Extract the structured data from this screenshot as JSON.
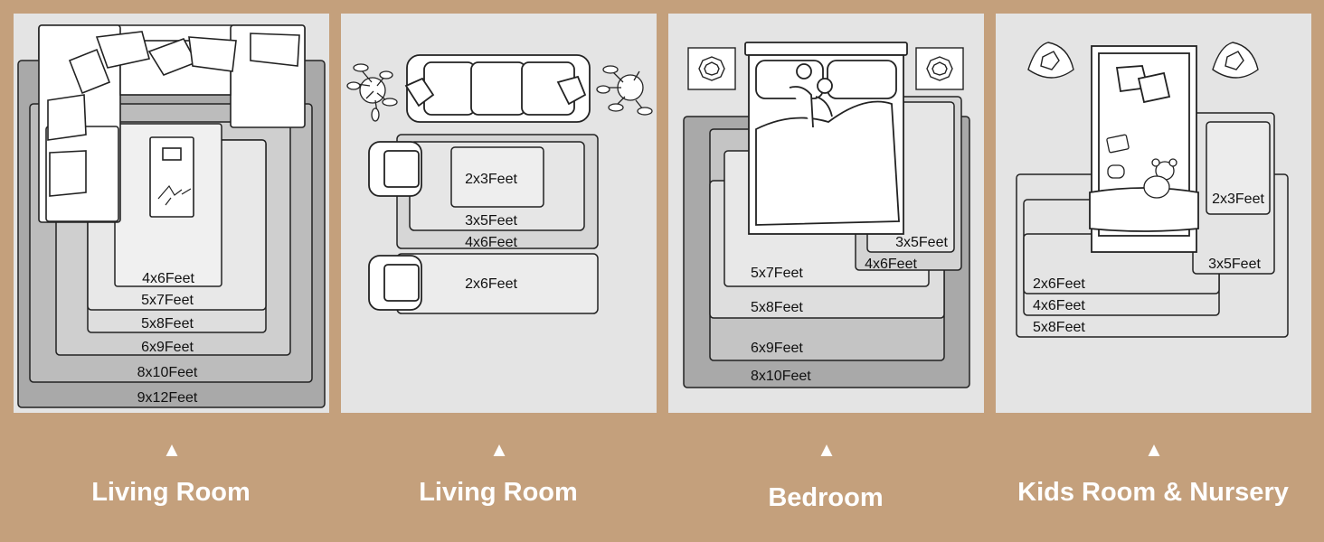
{
  "scenes": [
    {
      "caption": "Living Room",
      "rug_labels": [
        "4x6Feet",
        "5x7Feet",
        "5x8Feet",
        "6x9Feet",
        "8x10Feet",
        "9x12Feet"
      ]
    },
    {
      "caption": "Living Room",
      "rug_labels": [
        "2x3Feet",
        "3x5Feet",
        "4x6Feet",
        "2x6Feet"
      ]
    },
    {
      "caption": "Bedroom",
      "rug_labels": [
        "3x5Feet",
        "4x6Feet",
        "5x7Feet",
        "5x8Feet",
        "6x9Feet",
        "8x10Feet"
      ]
    },
    {
      "caption": "Kids Room & Nursery",
      "rug_labels": [
        "2x3Feet",
        "3x5Feet",
        "2x6Feet",
        "4x6Feet",
        "5x8Feet"
      ]
    }
  ],
  "colors": {
    "page_background": "#c4a07c",
    "panel_background": "#e4e4e4",
    "caption_text": "#ffffff"
  },
  "icons": [
    "up-arrow-icon",
    "sofa-icon",
    "armchair-icon",
    "potted-plant-icon",
    "bed-icon",
    "nightstand-lamp-icon",
    "teddy-bear-icon",
    "coffee-table-icon"
  ]
}
